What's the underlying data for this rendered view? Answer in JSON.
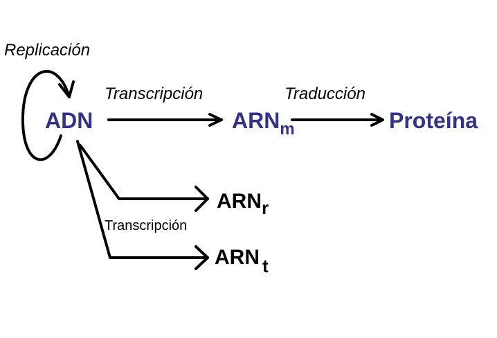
{
  "diagram": {
    "replication_label": "Replicación",
    "transcription_label_top": "Transcripción",
    "translation_label": "Traducción",
    "transcription_label_bottom": "Transcripción",
    "nodes": {
      "adn": "ADN",
      "arnm_main": "ARN",
      "arnm_sub": "m",
      "protein": "Proteína",
      "arnr_main": "ARN",
      "arnr_sub": "r",
      "arnt_main": "ARN",
      "arnt_sub": "t"
    }
  },
  "colors": {
    "accent_blue": "#333380",
    "ink": "#000000"
  }
}
